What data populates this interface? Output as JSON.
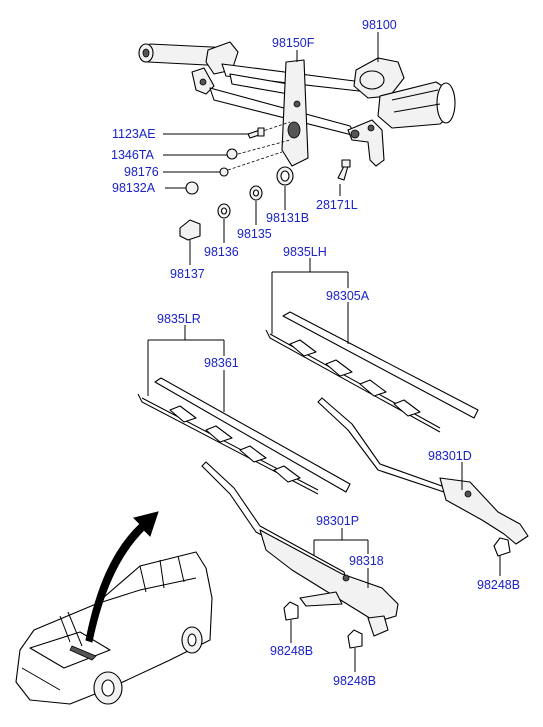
{
  "labels": {
    "p98100": "98100",
    "p98150F": "98150F",
    "p1123AE": "1123AE",
    "p1346TA": "1346TA",
    "p98176": "98176",
    "p98132A": "98132A",
    "p28171L": "28171L",
    "p98131B": "98131B",
    "p98135": "98135",
    "p98136": "98136",
    "p98137": "98137",
    "p9835LH": "9835LH",
    "p98305A": "98305A",
    "p9835LR": "9835LR",
    "p98361": "98361",
    "p98301D": "98301D",
    "p98301P": "98301P",
    "p98318": "98318",
    "p98248B_right": "98248B",
    "p98248B_mid": "98248B",
    "p98248B_low": "98248B"
  },
  "icons": {
    "motor": "wiper-motor-icon",
    "linkage": "wiper-linkage-icon",
    "vehicle": "minivan-icon"
  },
  "colors": {
    "label": "#1a22c8",
    "arrow": "#000000"
  }
}
